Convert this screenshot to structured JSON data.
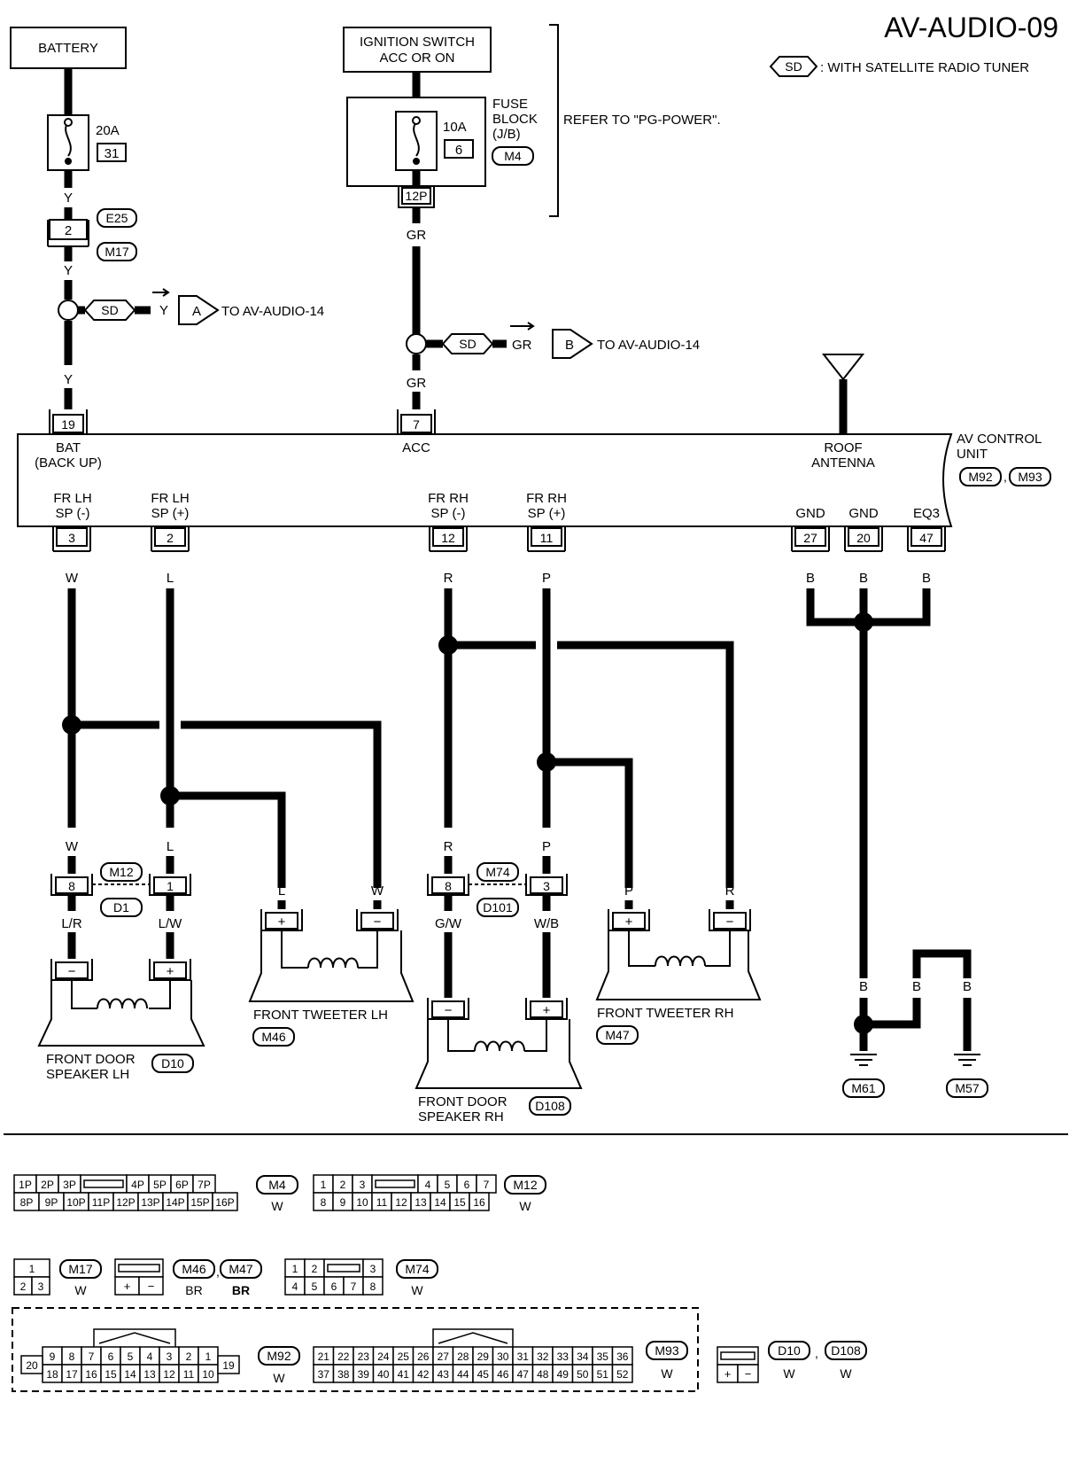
{
  "title": "AV-AUDIO-09",
  "legend": {
    "symbol": "SD",
    "text": ": WITH SATELLITE RADIO TUNER"
  },
  "battery": "BATTERY",
  "fuse20": {
    "amp": "20A",
    "no": "31"
  },
  "ignition": {
    "line1": "IGNITION SWITCH",
    "line2": "ACC OR ON"
  },
  "fuse10": {
    "amp": "10A",
    "no": "6",
    "block1": "FUSE",
    "block2": "BLOCK",
    "block3": "(J/B)",
    "conn": "M4",
    "pin": "12P"
  },
  "refer": "REFER TO \"PG-POWER\".",
  "wires": {
    "y": "Y",
    "gr": "GR",
    "w": "W",
    "l": "L",
    "r": "R",
    "p": "P",
    "b": "B",
    "lr": "L/R",
    "lw": "L/W",
    "gw": "G/W",
    "wb": "W/B"
  },
  "conn_e25": "E25",
  "conn_m17": "M17",
  "pin2": "2",
  "sd": "SD",
  "offpage_a": {
    "letter": "A",
    "text": "TO AV-AUDIO-14"
  },
  "offpage_b": {
    "letter": "B",
    "text": "TO AV-AUDIO-14"
  },
  "unit": {
    "name1": "AV CONTROL",
    "name2": "UNIT",
    "conn1": "M92",
    "conn2": "M93",
    "bat1": "BAT",
    "bat2": "(BACK UP)",
    "acc": "ACC",
    "roof1": "ROOF",
    "roof2": "ANTENNA",
    "frlh_neg1": "FR LH",
    "frlh_neg2": "SP (-)",
    "frlh_pos1": "FR LH",
    "frlh_pos2": "SP (+)",
    "frrh_neg1": "FR RH",
    "frrh_neg2": "SP (-)",
    "frrh_pos1": "FR RH",
    "frrh_pos2": "SP (+)",
    "gnd": "GND",
    "eq3": "EQ3"
  },
  "pins": {
    "p19": "19",
    "p7": "7",
    "p3": "3",
    "p2": "2",
    "p12": "12",
    "p11": "11",
    "p27": "27",
    "p20": "20",
    "p47": "47",
    "p8": "8",
    "p1": "1"
  },
  "joints": {
    "m12": "M12",
    "d1": "D1",
    "m74": "M74",
    "d101": "D101"
  },
  "speakers": {
    "fdlh1": "FRONT DOOR",
    "fdlh2": "SPEAKER LH",
    "fdlh_conn": "D10",
    "twlh": "FRONT TWEETER LH",
    "twlh_conn": "M46",
    "fdrh1": "FRONT DOOR",
    "fdrh2": "SPEAKER RH",
    "fdrh_conn": "D108",
    "twrh": "FRONT TWEETER RH",
    "twrh_conn": "M47",
    "plus": "+",
    "minus": "−"
  },
  "grounds": {
    "g1": "M61",
    "g2": "M57"
  },
  "connectors": {
    "m4": {
      "row1": [
        "1P",
        "2P",
        "3P",
        "",
        "4P",
        "5P",
        "6P",
        "7P"
      ],
      "row2": [
        "8P",
        "9P",
        "10P",
        "11P",
        "12P",
        "13P",
        "14P",
        "15P",
        "16P"
      ],
      "id": "M4",
      "color": "W"
    },
    "m12": {
      "row1": [
        "1",
        "2",
        "3",
        "",
        "4",
        "5",
        "6",
        "7"
      ],
      "row2": [
        "8",
        "9",
        "10",
        "11",
        "12",
        "13",
        "14",
        "15",
        "16"
      ],
      "id": "M12",
      "color": "W"
    },
    "m17": {
      "top": "1",
      "row2": [
        "2",
        "3"
      ],
      "id": "M17",
      "color": "W"
    },
    "m46": {
      "id1": "M46",
      "id2": "M47",
      "c1": "BR",
      "c2": "BR",
      "sep": ","
    },
    "m74": {
      "row1": [
        "1",
        "2",
        "",
        "3"
      ],
      "row2": [
        "4",
        "5",
        "6",
        "7",
        "8"
      ],
      "id": "M74",
      "color": "W"
    },
    "m92": {
      "row1": [
        "9",
        "8",
        "7",
        "6",
        "5",
        "4",
        "3",
        "2",
        "1"
      ],
      "row2": [
        "18",
        "17",
        "16",
        "15",
        "14",
        "13",
        "12",
        "11",
        "10"
      ],
      "left": "20",
      "right": "19",
      "id": "M92",
      "color": "W"
    },
    "m93": {
      "row1": [
        "21",
        "22",
        "23",
        "24",
        "25",
        "26",
        "27",
        "28",
        "29",
        "30",
        "31",
        "32",
        "33",
        "34",
        "35",
        "36"
      ],
      "row2": [
        "37",
        "38",
        "39",
        "40",
        "41",
        "42",
        "43",
        "44",
        "45",
        "46",
        "47",
        "48",
        "49",
        "50",
        "51",
        "52"
      ],
      "id": "M93",
      "color": "W"
    },
    "d10": {
      "id1": "D10",
      "id2": "D108",
      "c1": "W",
      "c2": "W",
      "sep": ","
    }
  }
}
